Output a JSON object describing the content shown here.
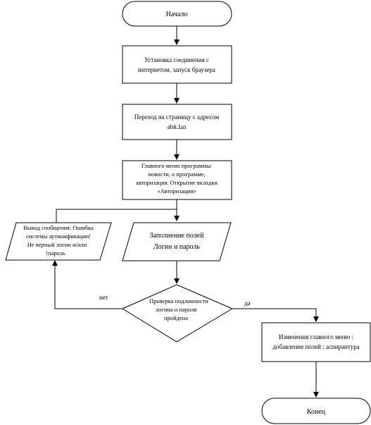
{
  "nodes": {
    "start": {
      "lines": [
        "Начало"
      ]
    },
    "connect": {
      "lines": [
        "Установка соединения с",
        "интернетом, запуск браузера"
      ]
    },
    "navigate": {
      "lines": [
        "Переход на страницу с адресом",
        "abit.lan"
      ]
    },
    "main_menu": {
      "lines": [
        "Главного меню программы:",
        "новости, о программе,",
        "авторизация. Открытие вкладки",
        "«Авторизация»"
      ]
    },
    "fill_fields": {
      "lines": [
        "Заполнение полей",
        "Логин и пароль"
      ]
    },
    "error_msg": {
      "lines": [
        "Вывод сообщения: Ошибка",
        "системы аутинификации!",
        "Не верный логин и/или",
        "!пароль"
      ]
    },
    "check": {
      "lines": [
        "Проверка подлинности",
        "логина и пароля",
        "пройдена"
      ]
    },
    "menu_change": {
      "lines": [
        "Изменения главного меню :",
        "добавление полей : аспирантура"
      ]
    },
    "end": {
      "lines": [
        "Конец"
      ]
    }
  },
  "edge_labels": {
    "no": "нет",
    "yes": "да"
  }
}
